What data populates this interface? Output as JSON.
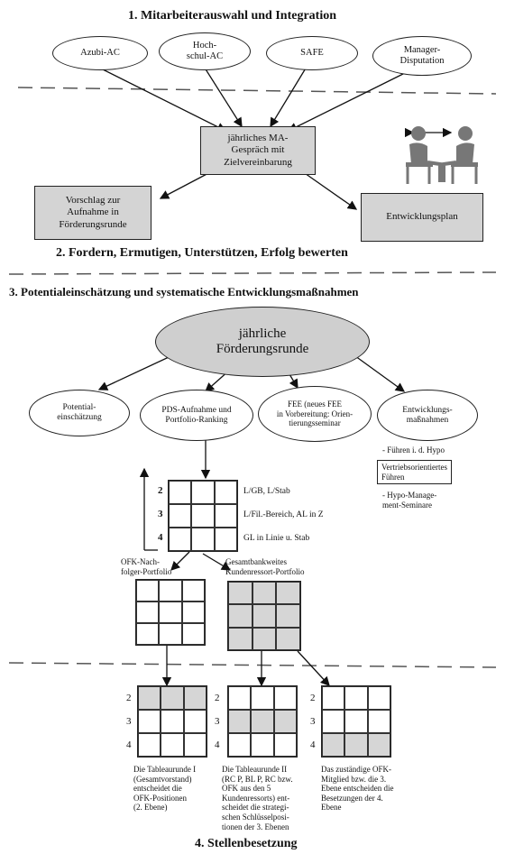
{
  "sections": {
    "s1": "1. Mitarbeiterauswahl und Integration",
    "s2": "2. Fordern, Ermutigen, Unterstützen, Erfolg bewerten",
    "s3": "3. Potentialeinschätzung und systematische Entwicklungsmaßnahmen",
    "s4": "4. Stellenbesetzung"
  },
  "top_ovals": [
    "Azubi-AC",
    "Hoch-\nschul-AC",
    "SAFE",
    "Manager-\nDisputation"
  ],
  "center_box": "jährliches MA-\nGespräch mit\nZielvereinbarung",
  "left_box": "Vorschlag zur\nAufnahme in\nFörderungsrunde",
  "right_box": "Entwicklungsplan",
  "main_oval": "jährliche\nFörderungsrunde",
  "sub_ovals": [
    "Potential-\neinschätzung",
    "PDS-Aufnahme und\nPortfolio-Ranking",
    "FEE (neues FEE\nin Vorbereitung: Orien-\ntierungsseminar",
    "Entwicklungs-\nmaßnahmen"
  ],
  "measures": {
    "item1": "- Führen i. d. Hypo",
    "item2": "Vertriebsorientiertes\nFühren",
    "item3": "- Hypo-Manage-\nment-Seminare"
  },
  "levels": [
    "2",
    "3",
    "4"
  ],
  "level_labels": [
    "L/GB, L/Stab",
    "L/Fil.-Bereich, AL in Z",
    "GL in Linie u. Stab"
  ],
  "portfolio_left": "OFK-Nach-\nfolger-Portfolio",
  "portfolio_right": "Gesamtbankweites\nKundenressort-Portfolio",
  "bottom_texts": [
    "Die Tableaurunde I\n(Gesamtvorstand)\nentscheidet die\nOFK-Positionen\n(2. Ebene)",
    "Die Tableaurunde II\n(RC P, BL P, RC bzw.\nOFK aus den 5\nKundenressorts) ent-\nscheidet die strategi-\nschen Schlüsselposi-\ntionen der 3. Ebenen",
    "Das zuständige OFK-\nMitglied bzw. die 3.\nEbene entscheiden die\nBesetzungen der 4.\nEbene"
  ]
}
